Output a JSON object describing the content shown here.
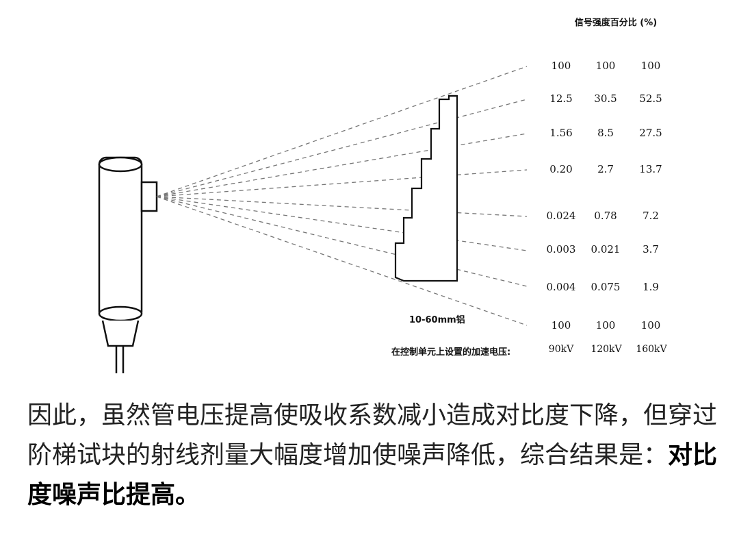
{
  "diagram": {
    "header": "信号强度百分比 (%)",
    "step_wedge_label": "10-60mm铝",
    "voltage_label": "在控制单元上设置的加速电压:",
    "voltages": [
      "90kV",
      "120kV",
      "160kV"
    ],
    "rows": [
      [
        "100",
        "100",
        "100"
      ],
      [
        "12.5",
        "30.5",
        "52.5"
      ],
      [
        "1.56",
        "8.5",
        "27.5"
      ],
      [
        "0.20",
        "2.7",
        "13.7"
      ],
      [
        "0.024",
        "0.78",
        "7.2"
      ],
      [
        "0.003",
        "0.021",
        "3.7"
      ],
      [
        "0.004",
        "0.075",
        "1.9"
      ],
      [
        "100",
        "100",
        "100"
      ]
    ]
  },
  "caption": {
    "text": "因此，虽然管电压提高使吸收系数减小造成对比度下降，但穿过阶梯试块的射线剂量大幅度增加使噪声降低，综合结果是：",
    "bold": "对比度噪声比提高。"
  }
}
